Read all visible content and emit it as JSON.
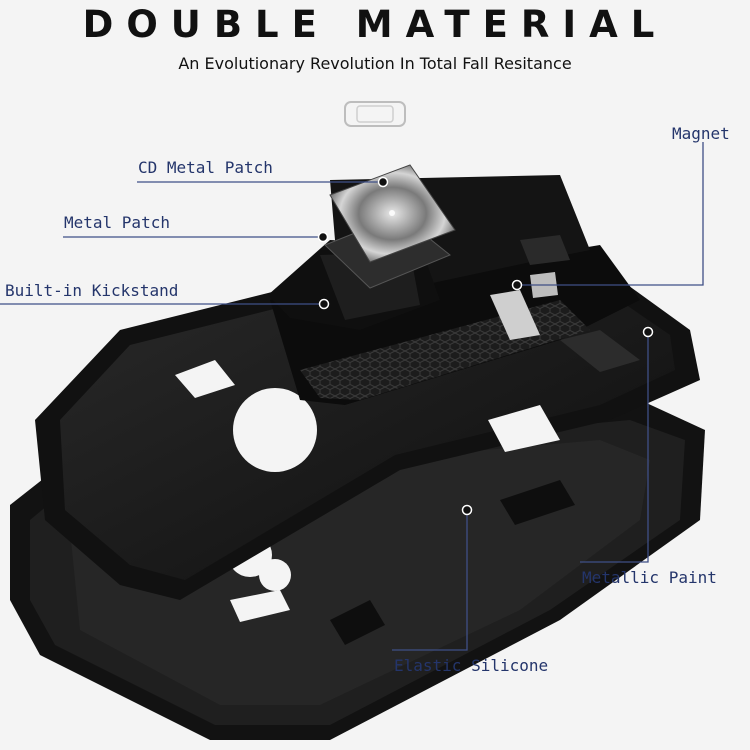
{
  "header": {
    "title": "DOUBLE MATERIAL",
    "subtitle": "An Evolutionary Revolution In Total Fall Resitance"
  },
  "callouts": {
    "cd_metal_patch": "CD Metal Patch",
    "metal_patch": "Metal Patch",
    "kickstand": "Built-in Kickstand",
    "magnet": "Magnet",
    "metallic_paint": "Metallic Paint",
    "elastic_silicone": "Elastic Silicone"
  },
  "colors": {
    "background": "#f4f4f4",
    "label_text": "#24356b",
    "leader_line": "#3f4f86",
    "case_black": "#151515"
  },
  "icons": [
    "phone-outline-icon"
  ]
}
